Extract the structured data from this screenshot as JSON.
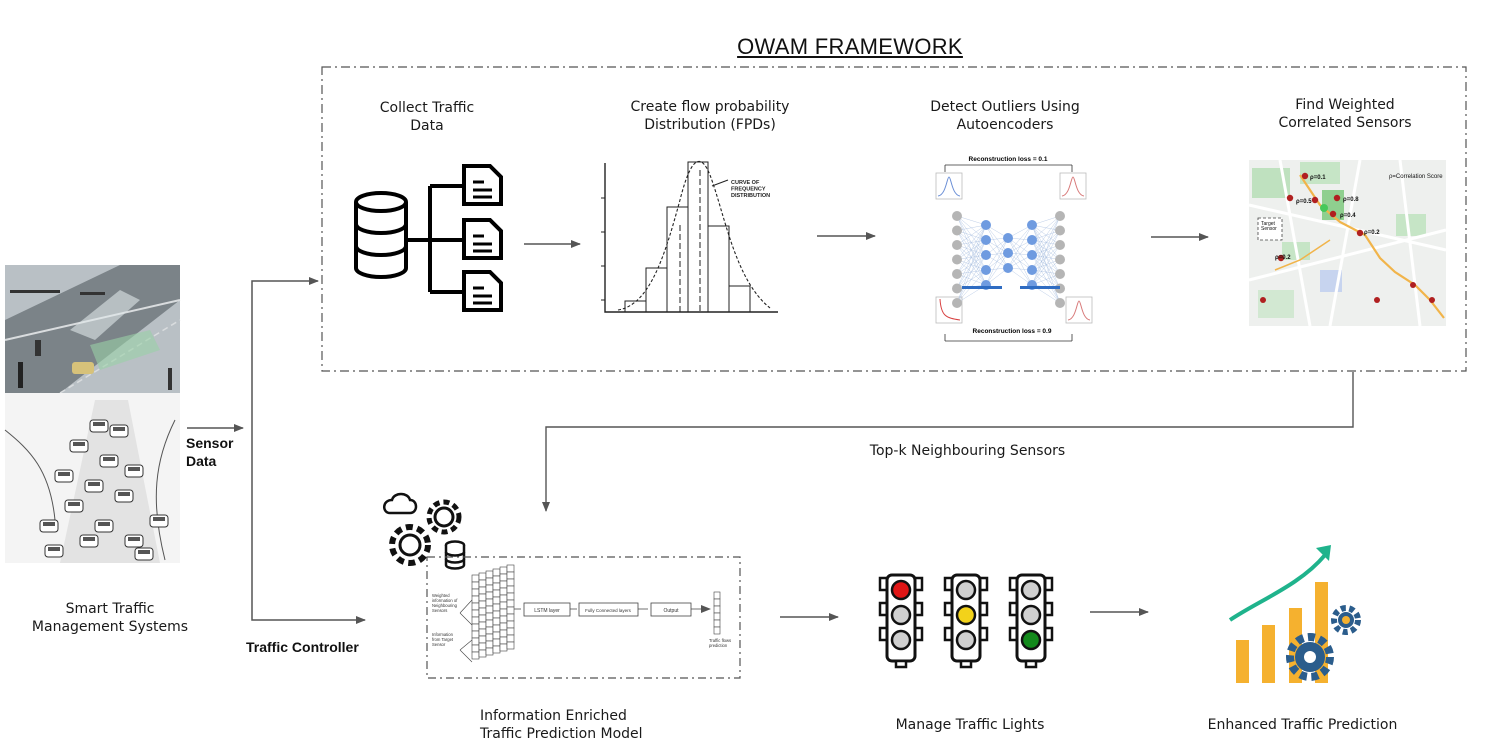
{
  "title": "OWAM FRAMEWORK",
  "steps": {
    "collect": "Collect Traffic\nData",
    "fpd": "Create flow probability\nDistribution (FPDs)",
    "outliers": "Detect Outliers Using\nAutoencoders",
    "weighted": "Find Weighted\nCorrelated Sensors"
  },
  "fpd_chart": {
    "curve_label": "CURVE OF\nFREQUENCY\nDISTRIBUTION"
  },
  "autoencoder": {
    "loss_top": "Reconstruction loss = 0.1",
    "loss_bottom": "Reconstruction loss = 0.9"
  },
  "map": {
    "legend": "ρ=Correlation Score",
    "target_label": "Target\nSensor",
    "scores": [
      "ρ=0.1",
      "ρ=0.5",
      "ρ=0.8",
      "ρ=0.4",
      "ρ=0.2",
      "ρ=0.2"
    ]
  },
  "top_k_label": "Top-k Neighbouring Sensors",
  "sensor_data_label": "Sensor\nData",
  "smart_traffic_label": "Smart Traffic\nManagement Systems",
  "traffic_controller_label": "Traffic Controller",
  "model": {
    "caption": "Information Enriched\nTraffic Prediction Model",
    "input_a": "Weighted\ninformation of\nNeighbouring\nSensors",
    "input_b": "Information\nfrom Target\nSensor",
    "lstm": "LSTM layer",
    "dense": "Fully Connected layers",
    "output": "Output",
    "out_caption": "Traffic flows\nprediction"
  },
  "manage_lights_label": "Manage Traffic Lights",
  "enhanced_label": "Enhanced Traffic Prediction",
  "colors": {
    "red_light": "#e01616",
    "yellow_light": "#f2d21a",
    "green_light": "#138a1c",
    "bar_orange": "#f5b12f",
    "gear_blue": "#2b5d8c",
    "arrow_teal": "#1fb38c"
  }
}
